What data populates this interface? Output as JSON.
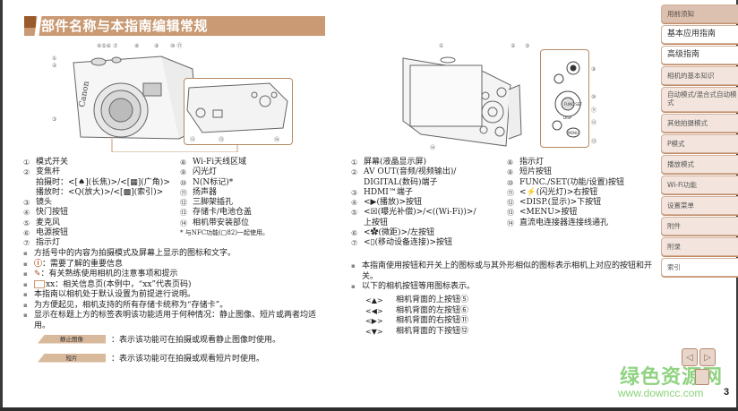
{
  "section": {
    "title": "部件名称与本指南编辑常规",
    "accent_color": "#c99a73",
    "accent_dark": "#9a5a2c"
  },
  "front_figure": {
    "callouts_top": [
      "④",
      "⑤",
      "⑥",
      "⑦",
      "⑧",
      "⑨",
      "⑩",
      "⑪"
    ],
    "callouts_left": [
      "①",
      "②",
      "③"
    ],
    "callouts_bottom": [
      "⑫",
      "⑬",
      "⑭"
    ],
    "brand": "Canon"
  },
  "back_figure": {
    "callouts": [
      "①",
      "②",
      "③",
      "④",
      "⑤",
      "⑥",
      "⑦",
      "⑧",
      "⑨",
      "⑩",
      "⑪",
      "⑫",
      "⑬",
      "⑭"
    ],
    "inset_labels": {
      "disp": "DISP",
      "menu": "MENU",
      "func": "FUNC SET"
    }
  },
  "front_legend": {
    "left": [
      {
        "num": "①",
        "text": "模式开关"
      },
      {
        "num": "②",
        "text": "变焦杆"
      },
      {
        "num": "",
        "text": "拍摄时：<[♠](长焦)>/<[▦](广角)>"
      },
      {
        "num": "",
        "text": "播放时：<Q(放大)>/<[▩](索引)>"
      },
      {
        "num": "③",
        "text": "镜头"
      },
      {
        "num": "④",
        "text": "快门按钮"
      },
      {
        "num": "⑤",
        "text": "麦克风"
      },
      {
        "num": "⑥",
        "text": "电源按钮"
      },
      {
        "num": "⑦",
        "text": "指示灯"
      }
    ],
    "right": [
      {
        "num": "⑧",
        "text": "Wi-Fi天线区域"
      },
      {
        "num": "⑨",
        "text": "闪光灯"
      },
      {
        "num": "⑩",
        "text": "N(N标记)*"
      },
      {
        "num": "⑪",
        "text": "扬声器"
      },
      {
        "num": "⑫",
        "text": "三脚架插孔"
      },
      {
        "num": "⑬",
        "text": "存储卡/电池仓盖"
      },
      {
        "num": "⑭",
        "text": "相机带安装部位"
      }
    ],
    "note": "* 与NFC功能(□82)一起使用。"
  },
  "conventions": [
    {
      "icon": "",
      "text": "方括号中的内容为拍摄模式及屏幕上显示的图标和文字。"
    },
    {
      "icon": "ⓘ",
      "text": "：需要了解的重要信息"
    },
    {
      "icon": "✎",
      "text": "：有关熟练使用相机的注意事项和提示"
    },
    {
      "icon": "book",
      "text": "xx：相关信息页(本例中，“xx”代表页码)"
    },
    {
      "icon": "",
      "text": "本指南以相机处于默认设置为前提进行说明。"
    },
    {
      "icon": "",
      "text": "为方便起见，相机支持的所有存储卡统称为“存储卡”。"
    },
    {
      "icon": "",
      "text": "显示在标题上方的标签表明该功能适用于何种情况：静止图像、短片或两者均适用。"
    }
  ],
  "tags": [
    {
      "label": "静止图像",
      "text": "：表示该功能可在拍摄或观看静止图像时使用。"
    },
    {
      "label": "短片",
      "text": "：表示该功能可在拍摄或观看短片时使用。"
    }
  ],
  "back_legend": {
    "left": [
      {
        "num": "①",
        "text": "屏幕(液晶显示屏)"
      },
      {
        "num": "②",
        "text": "AV OUT(音频/视频输出)/"
      },
      {
        "num": "",
        "text": "DIGITAL(数码)端子"
      },
      {
        "num": "③",
        "text": "HDMI™端子"
      },
      {
        "num": "④",
        "text": "<▶(播放)>按钮"
      },
      {
        "num": "⑤",
        "text": "<☒(曝光补偿)>/<((Wi-Fi))>/"
      },
      {
        "num": "",
        "text": "上按钮"
      },
      {
        "num": "⑥",
        "text": "<✿(微距)>/左按钮"
      },
      {
        "num": "⑦",
        "text": "<▯(移动设备连接)>按钮"
      }
    ],
    "right": [
      {
        "num": "⑧",
        "text": "指示灯"
      },
      {
        "num": "⑨",
        "text": "短片按钮"
      },
      {
        "num": "⑩",
        "text": "FUNC./SET(功能/设置)按钮"
      },
      {
        "num": "⑪",
        "text": "<⚡(闪光灯)>右按钮"
      },
      {
        "num": "⑫",
        "text": "<DISP.(显示)>下按钮"
      },
      {
        "num": "⑬",
        "text": "<MENU>按钮"
      },
      {
        "num": "⑭",
        "text": "直流电连接器连接线通孔"
      }
    ]
  },
  "button_notes": [
    "本指南使用按钮和开关上的图标或与其外形相似的图标表示相机上对应的按钮和开关。",
    "以下的相机按钮等用图标表示。"
  ],
  "arrow_buttons": [
    {
      "sym": "<▲>",
      "text": "相机背面的上按钮⑤"
    },
    {
      "sym": "<◀>",
      "text": "相机背面的左按钮⑥"
    },
    {
      "sym": "<▶>",
      "text": "相机背面的右按钮⑪"
    },
    {
      "sym": "<▼>",
      "text": "相机背面的下按钮⑫"
    }
  ],
  "nav": {
    "items": [
      {
        "label": "用前须知"
      },
      {
        "label": "基本应用指南"
      },
      {
        "label": "高级指南"
      },
      {
        "label": "相机的基本知识"
      },
      {
        "label": "自动模式/混合式自动模式"
      },
      {
        "label": "其他拍摄模式"
      },
      {
        "label": "P模式"
      },
      {
        "label": "播放模式"
      },
      {
        "label": "Wi-Fi功能"
      },
      {
        "label": "设置菜单"
      },
      {
        "label": "附件"
      },
      {
        "label": "附录"
      },
      {
        "label": "索引"
      }
    ]
  },
  "pager": {
    "prev": "◁",
    "next": "▷",
    "page_number": "3"
  },
  "watermark": {
    "text": "绿色资源网",
    "url": "www.downcc.com"
  }
}
